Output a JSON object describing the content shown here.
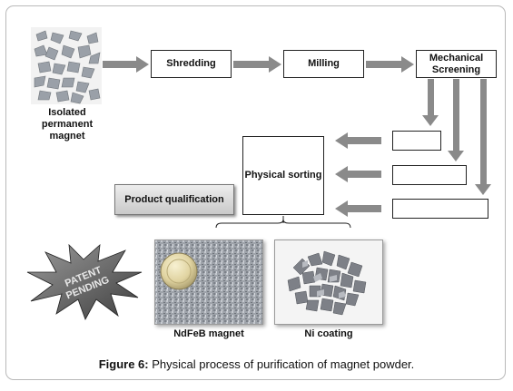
{
  "boxes": {
    "isolated": "Isolated permanent magnet",
    "shredding": "Shredding",
    "milling": "Milling",
    "mechanical": "Mechanical Screening",
    "physical": "Physical sorting",
    "product": "Product qualification"
  },
  "labels": {
    "ndfeb": "NdFeB magnet",
    "ni": "Ni coating"
  },
  "badge": {
    "line1": "PATENT",
    "line2": "PENDING"
  },
  "caption": {
    "prefix": "Figure 6:",
    "text": " Physical process of purification of magnet powder."
  },
  "colors": {
    "arrow": "#8a8a8a",
    "frame": "#b9b9b9"
  }
}
